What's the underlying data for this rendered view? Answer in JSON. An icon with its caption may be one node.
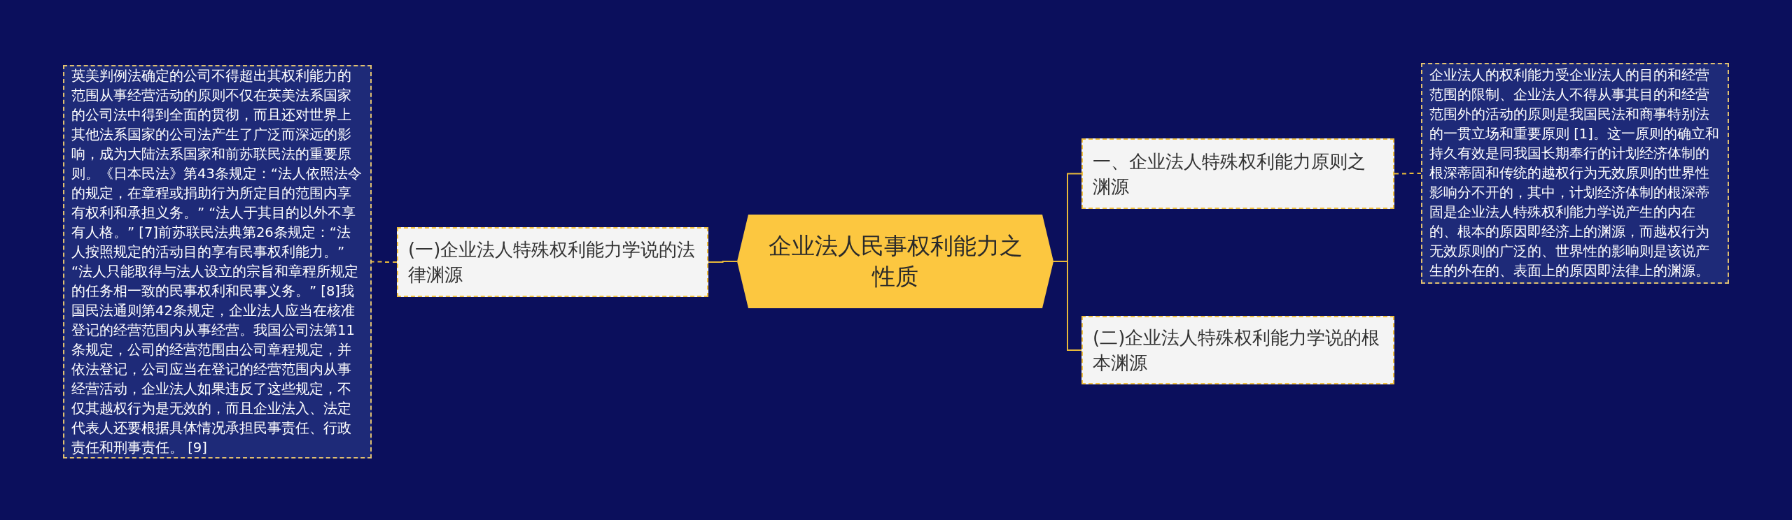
{
  "diagram": {
    "nodes": [
      {
        "text": [
          "企业法人民事权利能力之性质"
        ]
      },
      {
        "text": [
          "(一)企业法人特殊权利能力学说的法律渊源"
        ]
      },
      {
        "text": [
          "英美判例法确定的公司不得超出其权利能力的范围从事经营活动的原则不仅在英美法系国家的公司法中得到全面的贯彻，而且还对世界上其他法系国家的公司法产生了广泛而深远的影响，成为大陆法系国家和前苏联民法的重要原则。《日本民法》第43条规定：“法人依照法令的规定，在章程或捐助行为所定目的范围内享有权利和承担义务。” “法人于其目的以外不享有人格。” [7]前苏联民法典第26条规定：“法人按照规定的活动目的享有民事权利能力。” “法人只能取得与法人设立的宗旨和章程所规定的任务相一致的民事权利和民事义务。” [8]我国民法通则第42条规定，企业法人应当在核准登记的经营范围内从事经营。我国公司法第11条规定，公司的经营范围由公司章程规定，并依法登记，公司应当在登记的经营范围内从事经营活动，企业法人如果违反了这些规定，不仅其越权行为是无效的，而且企业法入、法定代表人还要根据具体情况承担民事责任、行政责任和刑事责任。 [9]"
        ]
      },
      {
        "text": [
          "一、企业法人特殊权利能力原则之渊源"
        ]
      },
      {
        "text": [
          "企业法人的权利能力受企业法人的目的和经营范围的限制、企业法人不得从事其目的和经营范围外的活动的原则是我国民法和商事特别法的一贯立场和重要原则 [1]。这一原则的确立和持久有效是同我国长期奉行的计划经济体制的根深蒂固和传统的越权行为无效原则的世界性影响分不开的，其中，计划经济体制的根深蒂固是企业法人特殊权利能力学说产生的内在的、根本的原因即经济上的渊源，而越权行为无效原则的广泛的、世界性的影响则是该说产生的外在的、表面上的原因即法律上的渊源。"
        ]
      },
      {
        "text": [
          "(二)企业法人特殊权利能力学说的根本渊源"
        ]
      }
    ],
    "edges": [
      {
        "from": 0,
        "to": 1,
        "arrow": "none"
      },
      {
        "from": 1,
        "to": 2,
        "arrow": "none",
        "style": "dashed"
      },
      {
        "from": 0,
        "to": 3,
        "arrow": "none"
      },
      {
        "from": 3,
        "to": 4,
        "arrow": "none",
        "style": "dashed"
      },
      {
        "from": 0,
        "to": 5,
        "arrow": "none"
      }
    ]
  }
}
